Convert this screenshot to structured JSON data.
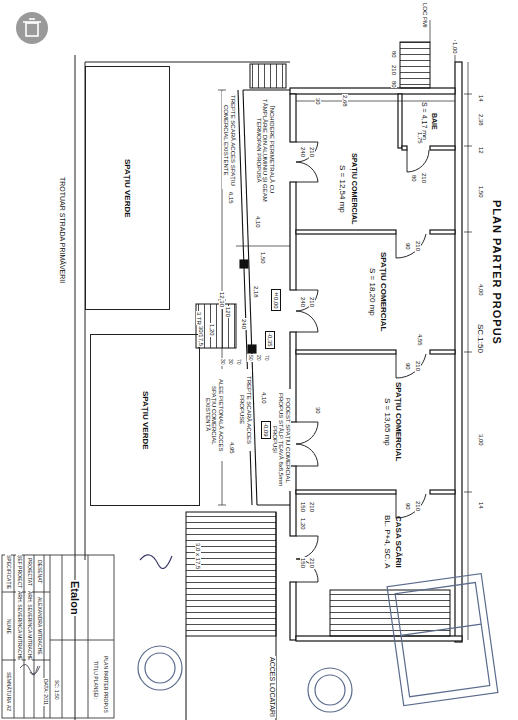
{
  "diagram": {
    "title": "PLAN PARTER PROPUS",
    "nodes": [
      {
        "text": [
          "SPAȚIU COMERCIAL",
          "S = 12,54 mp"
        ]
      },
      {
        "text": [
          "BAIE",
          "S = 4,17 mp"
        ]
      },
      {
        "text": [
          "SPAȚIU COMERCIAL",
          "S = 18,20 mp"
        ]
      },
      {
        "text": [
          "SPAȚIU COMERCIAL",
          "S = 13,65 mp"
        ]
      },
      {
        "text": [
          "CASA SCĂRII",
          "BL. P+4, SC. A"
        ]
      },
      {
        "text": [
          "SPAȚIU VERDE"
        ]
      },
      {
        "text": [
          "SPAȚIU VERDE"
        ]
      }
    ],
    "labels": [
      "SC.1:50",
      "LOC PMI",
      "1,00",
      "80",
      "210",
      "80",
      "30",
      "2,68",
      "14",
      "2,38",
      "1,75",
      "12",
      "80",
      "210",
      "1,50",
      "240",
      "210",
      "90",
      "210",
      "4,00",
      "240",
      "210",
      "90",
      "210",
      "4,55",
      "30",
      "3,00",
      "90",
      "210",
      "150",
      "210",
      "1,20",
      "150",
      "210",
      "14",
      "TREPTE SCARĂ ACCES SPAȚIU COMERCIAL EXISTENTE",
      "6,15",
      "ÎNCHIDERE PERIMETRALĂ CU TÂMPLĂRIE DIN ALUMINIU ȘI GEAM TERMOPAN PROPUSĂ",
      "4,10",
      "1,50",
      "12,30",
      "1,20",
      "3 TR",
      "30/17,5",
      "120",
      "2,18",
      "240",
      "±0,00",
      "-0,35",
      "50",
      "20",
      "70",
      "30",
      "30",
      "70",
      "TREPTE SCARĂ ACCES PROPUSE",
      "ALEE PIETONALĂ ACCES SPAȚIU COMERCIAL EXISTENTĂ",
      "4,95",
      "4,10",
      "-0,09",
      "PODEST SPAȚIU COMERCIAL PROPUS STÂLP ȚEAVĂ 8x8,5mm PROPUȘI",
      "3,0 x 17,5",
      "ACCES LOCATARI",
      "TROTUAR STRADA PRIMĂVERII",
      "SPECIFICAȚIE",
      "ȘEF PROIECT",
      "PROIECTAT",
      "DESENAT",
      "NUME",
      "ARH. SEVERINCA MITRACHE",
      "ARH. SEVERINCA MITRACHE",
      "ALEXANDRA MITRACHE",
      "SEMNĂTURA",
      "Etalon",
      "TITLU PLANȘEI:",
      "PLAN PARTER PROPUS",
      "SC: 1:50",
      "DATA: 2011",
      "A2"
    ]
  }
}
